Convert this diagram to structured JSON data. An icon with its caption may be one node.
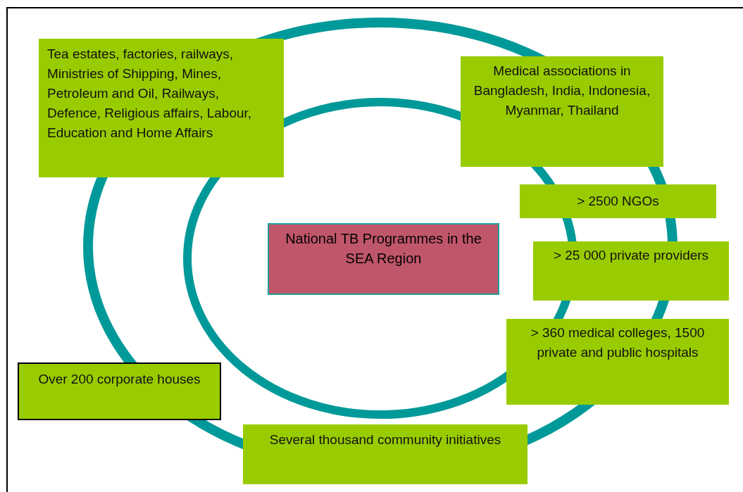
{
  "diagram": {
    "nodes": [
      {
        "text": [
          "Tea estates, factories, railways, Ministries of Shipping, Mines, Petroleum and Oil, Railways, Defence, Religious affairs, Labour, Education and Home Affairs"
        ]
      },
      {
        "text": [
          "Medical associations in Bangladesh, India, Indonesia, Myanmar, Thailand"
        ]
      },
      {
        "text": [
          "> 2500 NGOs"
        ]
      },
      {
        "text": [
          "National TB Programmes in the SEA Region"
        ]
      },
      {
        "text": [
          "> 25 000 private providers"
        ]
      },
      {
        "text": [
          "> 360 medical colleges, 1500 private and public hospitals"
        ]
      },
      {
        "text": [
          "Over 200 corporate houses"
        ]
      },
      {
        "text": [
          "Several thousand community initiatives"
        ]
      }
    ]
  }
}
